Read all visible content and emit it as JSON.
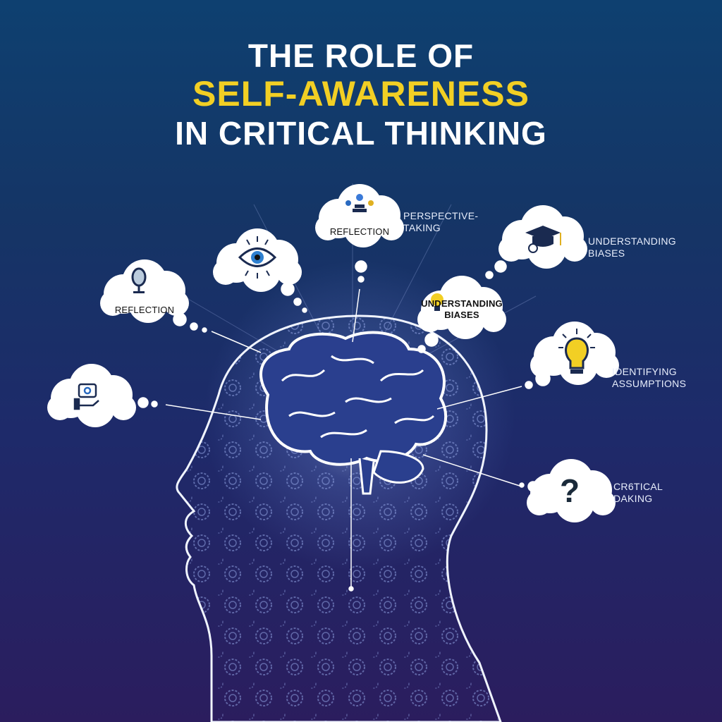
{
  "title": {
    "line1": "THE ROLE OF",
    "line2": "SELF-AWARENESS",
    "line3": "IN CRITICAL THINKING"
  },
  "colors": {
    "accent": "#f2cf24",
    "text": "#ffffff"
  },
  "bubbles": [
    {
      "icon": "pedestal-figure-icon",
      "inside": "REFLECTION",
      "outside": [
        "PERSPECTIVE-",
        "TAKING"
      ]
    },
    {
      "icon": "eye-icon"
    },
    {
      "icon": "mirror-icon",
      "inside": "REFLECTION"
    },
    {
      "icon": "hand-gear-icon"
    },
    {
      "icon": "graduation-cap-icon",
      "outside": [
        "UNDERSTANDING",
        "BIASES"
      ]
    },
    {
      "icon": "lightbulb-icon",
      "inside": [
        "UNDERSTANDING",
        "BIASES"
      ]
    },
    {
      "icon": "lightbulb-icon",
      "outside": [
        "IDENTIFYING",
        "ASSUMPTIONS"
      ]
    },
    {
      "icon": "question-mark-icon",
      "outside": [
        "CR6TICAL",
        "DAKING"
      ]
    }
  ]
}
